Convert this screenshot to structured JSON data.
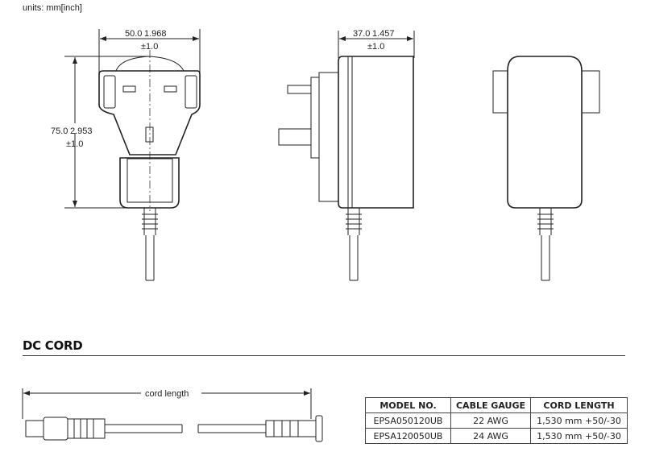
{
  "units": "units: mm[inch]",
  "dims": {
    "width": "50.0",
    "width_in": "1.968",
    "width_tol": "±1.0",
    "height": "75.0",
    "height_in": "2.953",
    "height_tol": "±1.0",
    "depth": "37.0",
    "depth_in": "1.457",
    "depth_tol": "±1.0"
  },
  "section": {
    "title": "DC CORD",
    "cord_label": "cord length"
  },
  "table": {
    "headers": [
      "MODEL NO.",
      "CABLE GAUGE",
      "CORD LENGTH"
    ],
    "rows": [
      [
        "EPSA050120UB",
        "22 AWG",
        "1,530 mm +50/-30"
      ],
      [
        "EPSA120050UB",
        "24 AWG",
        "1,530 mm +50/-30"
      ]
    ]
  }
}
